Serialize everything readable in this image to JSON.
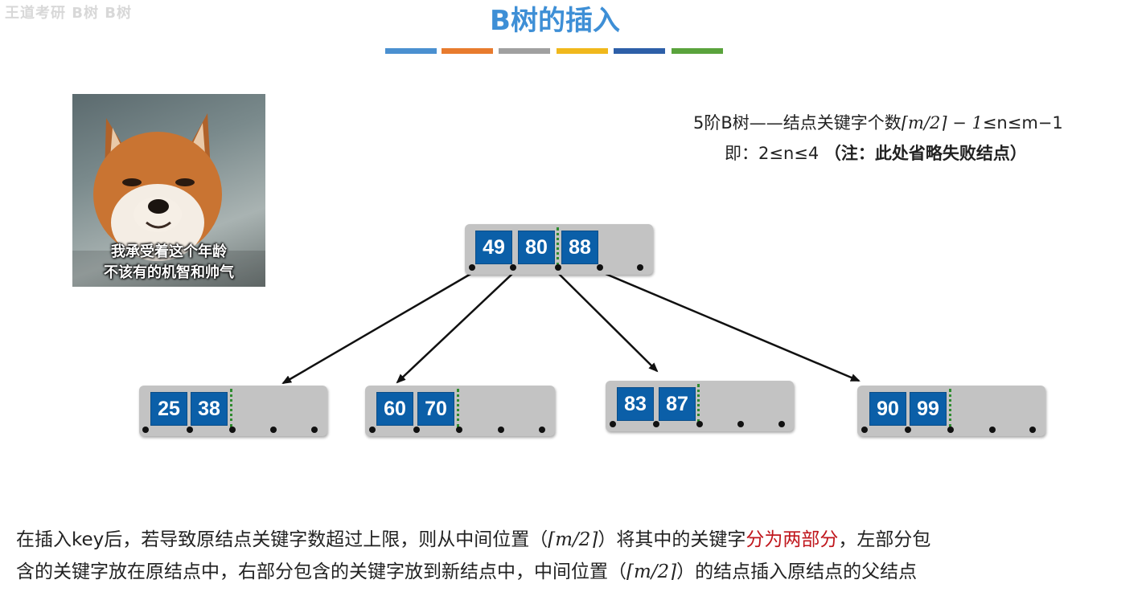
{
  "watermark": "王道考研 B树 B树",
  "title": "B树的插入",
  "color_bars": [
    "#4a90d0",
    "#e87b2e",
    "#a0a0a0",
    "#f0b81c",
    "#2d5fa8",
    "#5aa33c"
  ],
  "meme": {
    "caption_line1": "我承受着这个年龄",
    "caption_line2": "不该有的机智和帅气"
  },
  "rule": {
    "line1_prefix": "5阶B树——结点关键字个数",
    "line1_formula": "⌈m/2⌉ − 1",
    "line1_suffix": "≤n≤m−1",
    "line2_prefix": "即：2≤n≤4",
    "line2_note": "（注：此处省略失败结点）"
  },
  "tree": {
    "root": [
      "49",
      "80",
      "88"
    ],
    "children": [
      [
        "25",
        "38"
      ],
      [
        "60",
        "70"
      ],
      [
        "83",
        "87"
      ],
      [
        "90",
        "99"
      ]
    ]
  },
  "description": {
    "line1_a": "在插入key后，若导致原结点关键字数超过上限，则从中间位置（",
    "line1_formula": "⌈m/2⌉",
    "line1_b": "）将其中的关键字",
    "line1_red": "分为两部分",
    "line1_c": "，左部分包",
    "line2_a": "含的关键字放在原结点中，右部分包含的关键字放到新结点中，中间位置（",
    "line2_formula": "⌈m/2⌉",
    "line2_b": "）的结点插入原结点的父结点"
  }
}
